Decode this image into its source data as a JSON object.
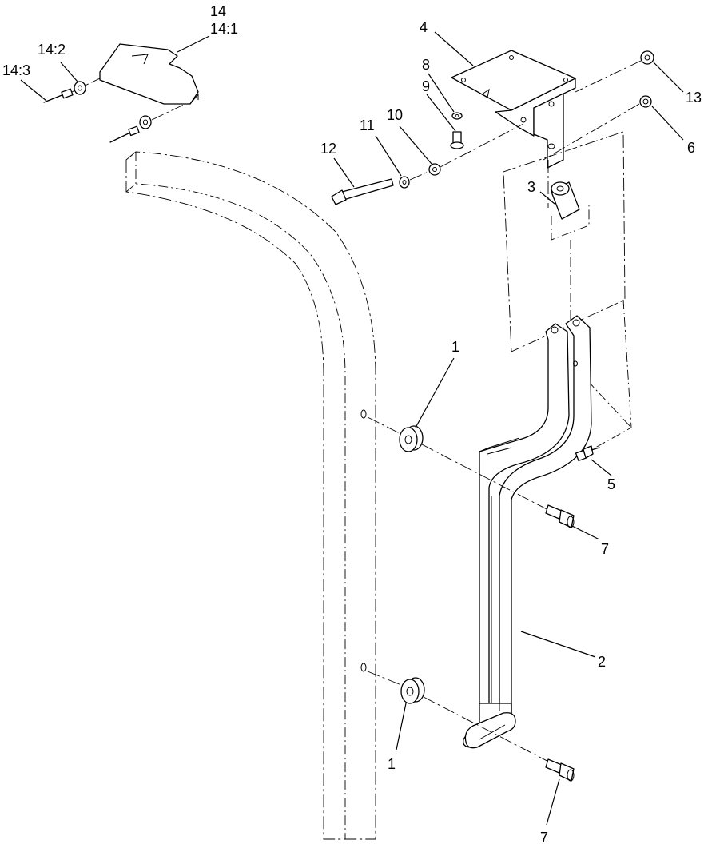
{
  "callouts": {
    "c14": "14",
    "c14_1": "14:1",
    "c14_2": "14:2",
    "c14_3": "14:3",
    "c4": "4",
    "c8": "8",
    "c9": "9",
    "c10": "10",
    "c11": "11",
    "c12": "12",
    "c13": "13",
    "c6": "6",
    "c3": "3",
    "c1_top": "1",
    "c1_bottom": "1",
    "c5": "5",
    "c7_top": "7",
    "c7_bottom": "7",
    "c2": "2"
  }
}
